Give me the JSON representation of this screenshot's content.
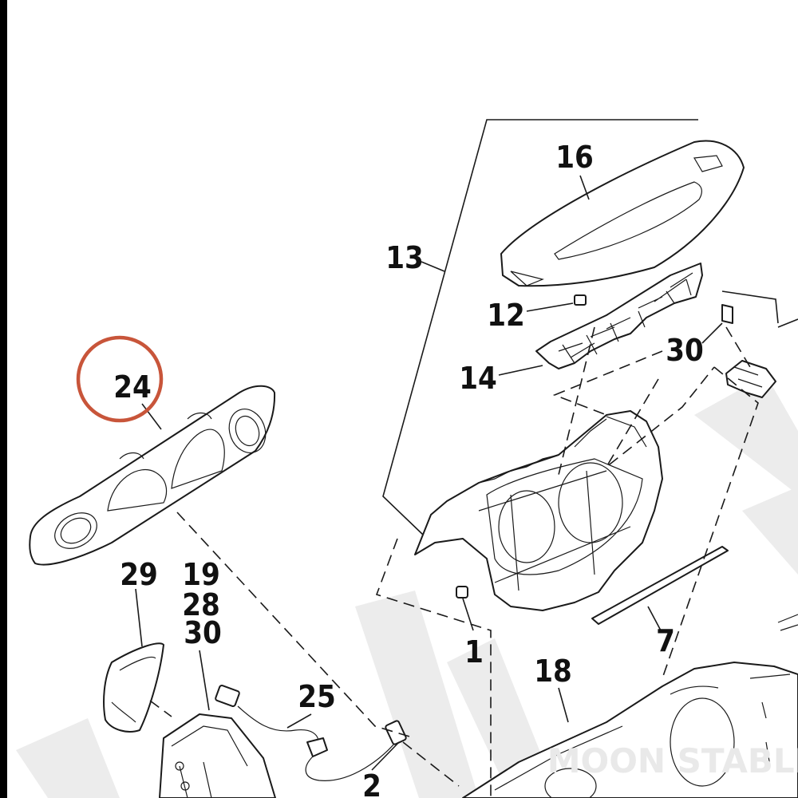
{
  "callouts": {
    "c1": "1",
    "c2": "2",
    "c7": "7",
    "c12": "12",
    "c13": "13",
    "c14": "14",
    "c16": "16",
    "c18": "18",
    "c24": "24",
    "c25": "25",
    "c29": "29",
    "c30a": "30",
    "c19": "19",
    "c28": "28",
    "c30b": "30"
  },
  "highlight": {
    "part": "24",
    "color": "#c8553a"
  },
  "watermark": {
    "text": "MOON STABLE"
  }
}
